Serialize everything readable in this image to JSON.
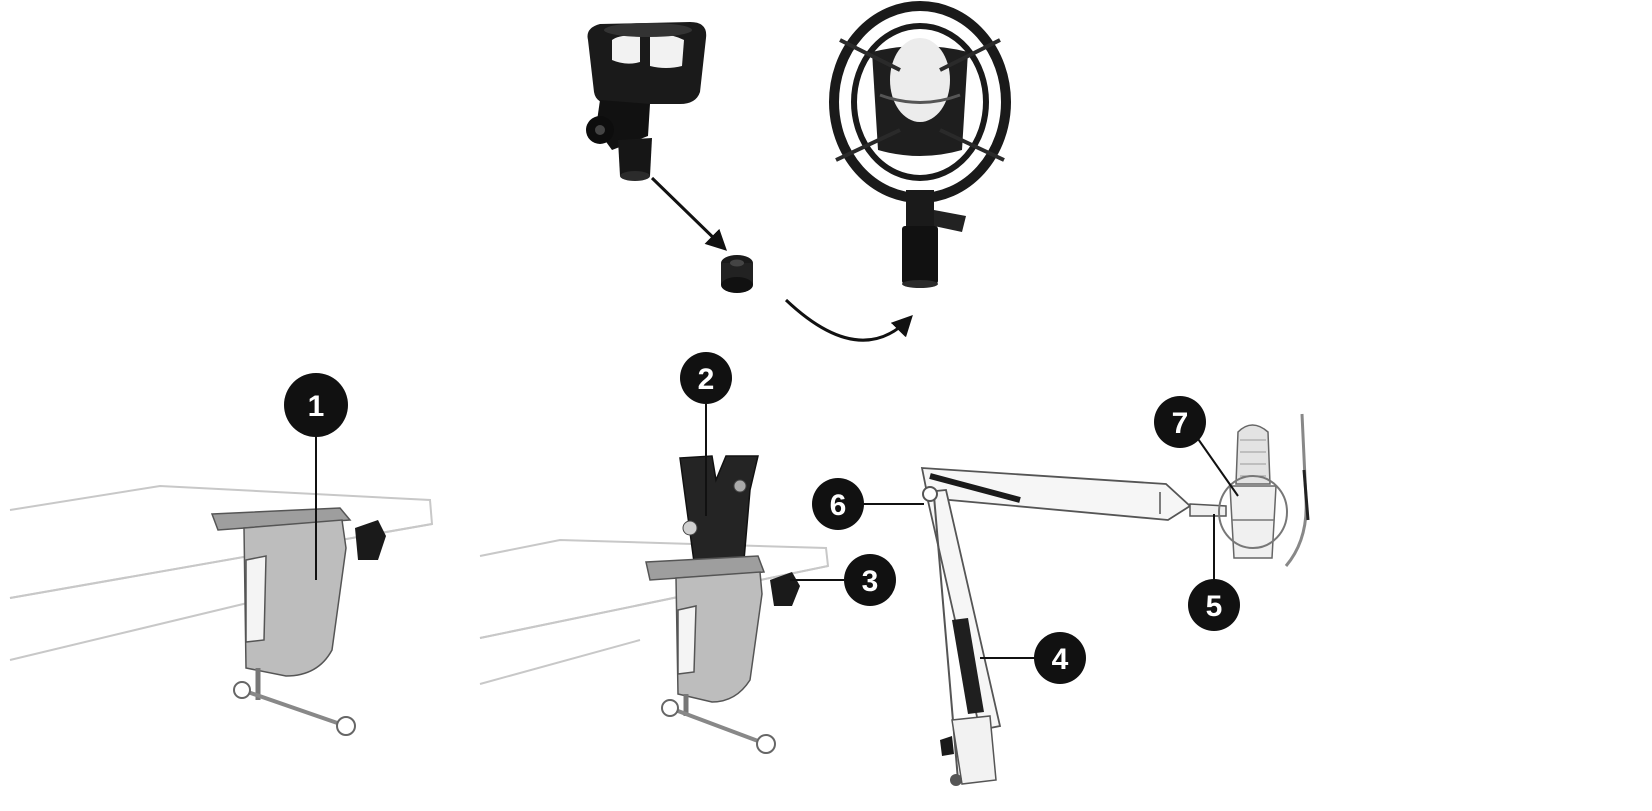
{
  "colors": {
    "badge_fill": "#111111",
    "badge_text": "#ffffff",
    "clamp_gray": "#b9b9b9",
    "outline": "#555555",
    "table_line": "#c8c8c8",
    "part_black": "#1a1a1a"
  },
  "figures": {
    "mic_clip": {
      "icon": "microphone-clip"
    },
    "adapter": {
      "icon": "thread-adapter"
    },
    "shock_mount": {
      "icon": "shock-mount"
    },
    "clamp_step_1": {
      "icon": "table-clamp"
    },
    "clamp_step_2": {
      "icon": "table-clamp-with-holder"
    },
    "boom_arm": {
      "icon": "scissor-boom-arm"
    },
    "microphone": {
      "icon": "condenser-microphone"
    }
  },
  "callouts": [
    {
      "number": "1"
    },
    {
      "number": "2"
    },
    {
      "number": "3"
    },
    {
      "number": "4"
    },
    {
      "number": "5"
    },
    {
      "number": "6"
    },
    {
      "number": "7"
    }
  ]
}
